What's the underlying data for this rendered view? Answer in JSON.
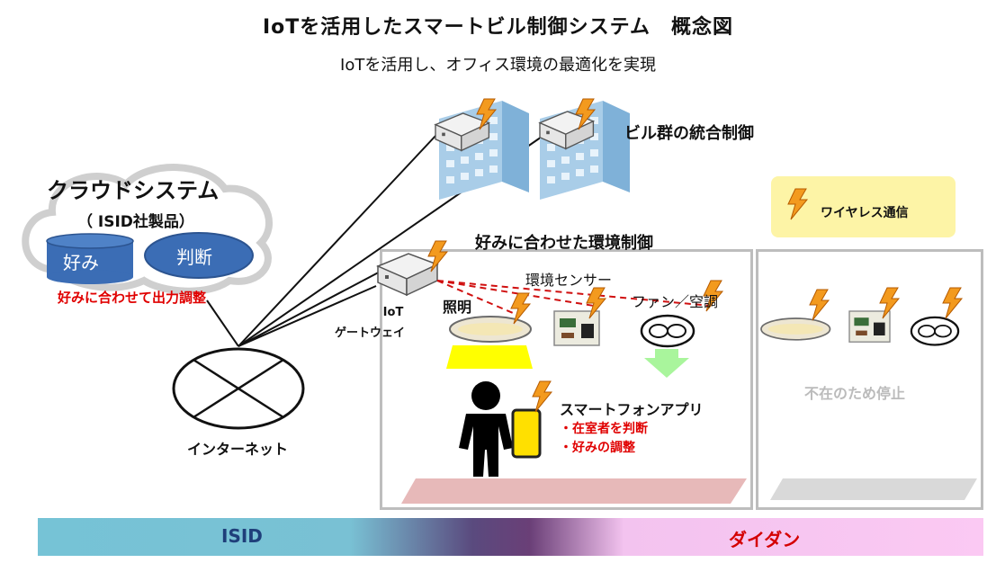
{
  "title": "IoTを活用したスマートビル制御システム　概念図",
  "subtitle": "IoTを活用し、オフィス環境の最適化を実現",
  "cloud": {
    "name": "クラウドシステム",
    "vendor": "（ ISID社製品）",
    "db_preference": "好み",
    "db_judgment": "判断",
    "note": "好みに合わせて出力調整"
  },
  "internet_label": "インターネット",
  "buildings_label": "ビル群の統合制御",
  "legend_label": "ワイヤレス通信",
  "environment_heading": "好みに合わせた環境制御",
  "gateway_label_1": "IoT",
  "gateway_label_2": "ゲートウェイ",
  "lighting_label": "照明",
  "sensor_label": "環境センサー",
  "fan_label": "ファン／空調",
  "smartphone": {
    "label": "スマートフォンアプリ",
    "bullet_1": "・在室者を判断",
    "bullet_2": "・好みの調整"
  },
  "absent_label": "不在のため停止",
  "bar_left": "ISID",
  "bar_right": "ダイダン",
  "colors": {
    "wireless_bolt": "#f39a1e",
    "cloud_db": "#3b6db5",
    "highlight_red": "#e00000",
    "legend_bg": "#fdf4a6"
  }
}
